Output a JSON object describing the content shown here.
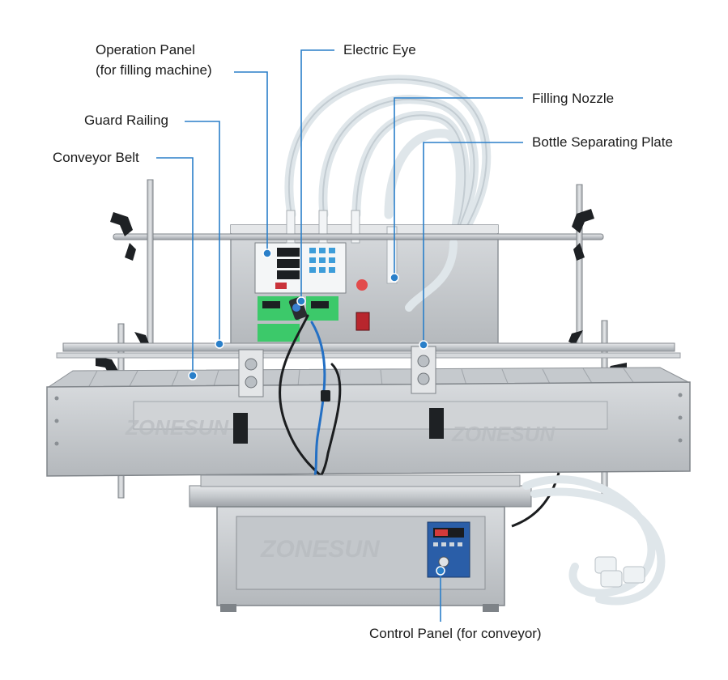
{
  "labels": {
    "operation_panel_line1": "Operation Panel",
    "operation_panel_line2": "(for filling machine)",
    "electric_eye": "Electric Eye",
    "filling_nozzle": "Filling Nozzle",
    "guard_railing": "Guard Railing",
    "bottle_separating_plate": "Bottle Separating Plate",
    "conveyor_belt": "Conveyor Belt",
    "control_panel": "Control Panel (for conveyor)"
  },
  "watermarks": [
    "ZONESUN",
    "ZONESUN",
    "ZONESUN"
  ],
  "colors": {
    "callout_line": "#2a7fc9",
    "steel": "#c9ccd0",
    "steel_dark": "#9a9ea3",
    "panel_green": "#3cc96a",
    "tube": "#e8eef2",
    "text": "#1a1a1a"
  }
}
